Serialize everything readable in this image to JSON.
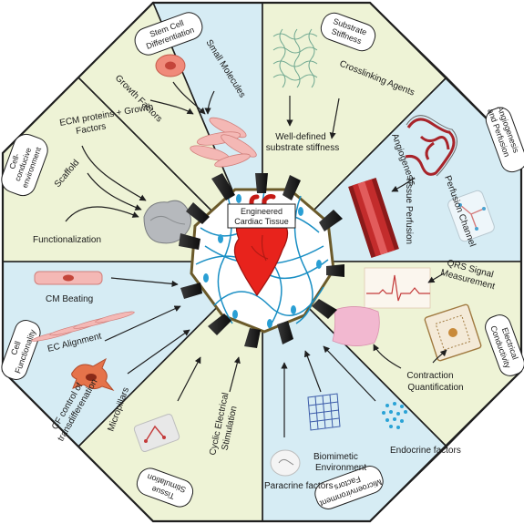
{
  "colors": {
    "blue_panel": "#d6ecf4",
    "green_panel": "#eef3d6",
    "outline": "#1f1f1f",
    "heart_red": "#e8231c",
    "fiber_blue": "#1a8fc4",
    "hub_border": "#6b5a2a"
  },
  "center": {
    "title_line1": "Engineered",
    "title_line2": "Cardiac Tissue"
  },
  "sections": {
    "stem_cell": {
      "badge_line1": "Stem Cell",
      "badge_line2": "Differentiation",
      "small_molecules": "Small Molecules",
      "growth_factors": "Growth Factors"
    },
    "substrate": {
      "badge_line1": "Substrate",
      "badge_line2": "Stiffness",
      "crosslinking": "Crosslinking Agents",
      "well_defined_line1": "Well-defined",
      "well_defined_line2": "substrate stiffness"
    },
    "angiogenesis": {
      "badge_line1": "Angiogenesis",
      "badge_line2": "and Perfusion",
      "angiogenesis": "Angiogenesis",
      "perfusion_channel": "Perfusion Channel",
      "tissue_perfusion": "Tissue Perfusion"
    },
    "conductivity": {
      "badge_line1": "Electrical",
      "badge_line2": "Conductivity",
      "qrs_line1": "QRS Signal",
      "qrs_line2": "Measurement",
      "contraction_line1": "Contraction",
      "contraction_line2": "Quantification"
    },
    "microenvironment": {
      "badge_line1": "Microenvironment",
      "badge_line2": "Factors",
      "endocrine": "Endocrine factors",
      "biomimetic_line1": "Biomimetic",
      "biomimetic_line2": "Environment",
      "paracrine": "Paracrine factors"
    },
    "stimulation": {
      "badge_line1": "Tissue",
      "badge_line2": "Stimulation",
      "micropillars": "Micropillars",
      "cyclic_line1": "Cyclic Electrical",
      "cyclic_line2": "Stimulation"
    },
    "functionality": {
      "badge_line1": "Cell",
      "badge_line2": "Functionality",
      "cm_beating": "CM Beating",
      "ec_alignment": "EC Alignment",
      "cf_line1": "CF control of",
      "cf_line2": "transdifferenation"
    },
    "conducive": {
      "badge_line1": "Cell-",
      "badge_line2": "conducive",
      "badge_line3": "environment",
      "ecm_line1": "ECM proteins + Growth",
      "ecm_line2": "Factors",
      "scaffold": "Scaffold",
      "functionalization": "Functionalization"
    }
  }
}
